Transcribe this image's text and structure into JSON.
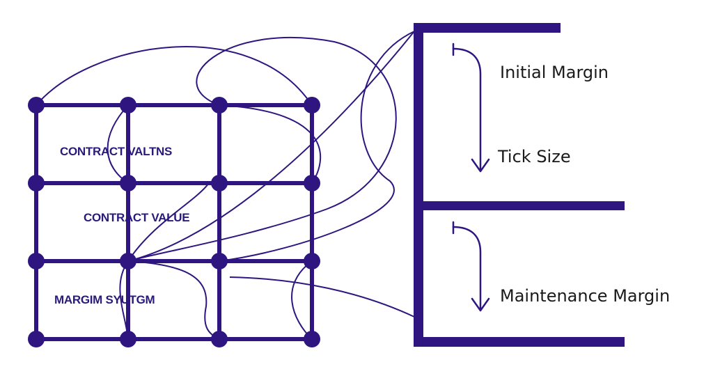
{
  "colors": {
    "structure": "#2e1580",
    "label_grid": "#2a1a7a",
    "label_side": "#1a1a1a",
    "background": "#ffffff"
  },
  "grid": {
    "label_top": "CONTRACT VALTNS",
    "label_middle": "CONTRACT VALUE",
    "label_bottom": "MARGIM SYUTGM"
  },
  "side": {
    "initial_margin": "Initial Margin",
    "tick_size": "Tick Size",
    "maintenance_margin": "Maintenance Margin"
  },
  "icons": {
    "upper_arrow": "curved-down-arrow-icon",
    "lower_arrow": "curved-down-arrow-icon"
  }
}
